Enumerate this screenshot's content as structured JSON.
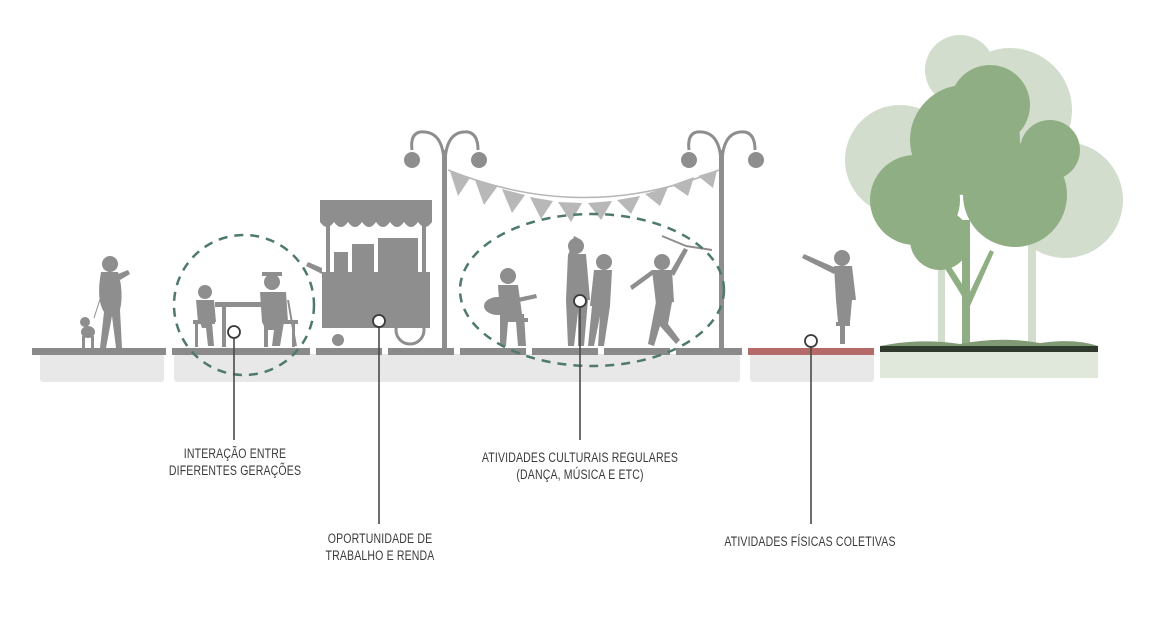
{
  "labels": {
    "generations": [
      "INTERAÇÃO ENTRE",
      "DIFERENTES GERAÇÕES"
    ],
    "work": [
      "OPORTUNIDADE DE",
      "TRABALHO E RENDA"
    ],
    "culture": [
      "ATIVIDADES CULTURAIS REGULARES",
      "(DANÇA, MÚSICA E ETC)"
    ],
    "sports": [
      "ATIVIDADES FÍSICAS COLETIVAS"
    ]
  },
  "colors": {
    "silhouette": "#8e8e8e",
    "pavement": "#8a8a8a",
    "curb": "#e6e6e6",
    "bike_lane": "#b56a6a",
    "dashed_circle": "#4f7a6a",
    "tree_front": "#8fae83",
    "tree_back": "#c9d6c3",
    "grass": "#d9e4d4"
  }
}
